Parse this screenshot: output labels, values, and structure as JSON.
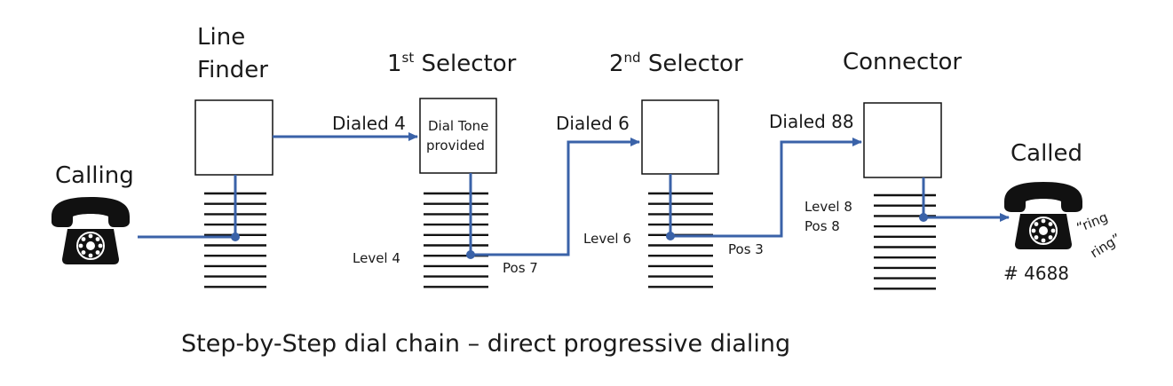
{
  "labels": {
    "line_finder_1": "Line",
    "line_finder_2": "Finder",
    "selector1": "1",
    "selector1_sup": "st",
    "selector1_rest": " Selector",
    "selector2": "2",
    "selector2_sup": "nd",
    "selector2_rest": " Selector",
    "connector": "Connector",
    "calling": "Calling",
    "called": "Called",
    "dial_tone_1": "Dial Tone",
    "dial_tone_2": "provided",
    "dialed_4": "Dialed 4",
    "dialed_6": "Dialed 6",
    "dialed_88": "Dialed 88",
    "level_4": "Level 4",
    "pos_7": "Pos 7",
    "level_6": "Level 6",
    "pos_3": "Pos 3",
    "level_8": "Level 8",
    "pos_8": "Pos 8",
    "ring_1": "“ring",
    "ring_2": "ring”",
    "number": "# 4688",
    "caption": "Step-by-Step dial chain – direct progressive dialing"
  },
  "colors": {
    "line": "#3a62a8",
    "ink": "#1a1a1a"
  },
  "icons": [
    "telephone-icon",
    "telephone-icon"
  ]
}
